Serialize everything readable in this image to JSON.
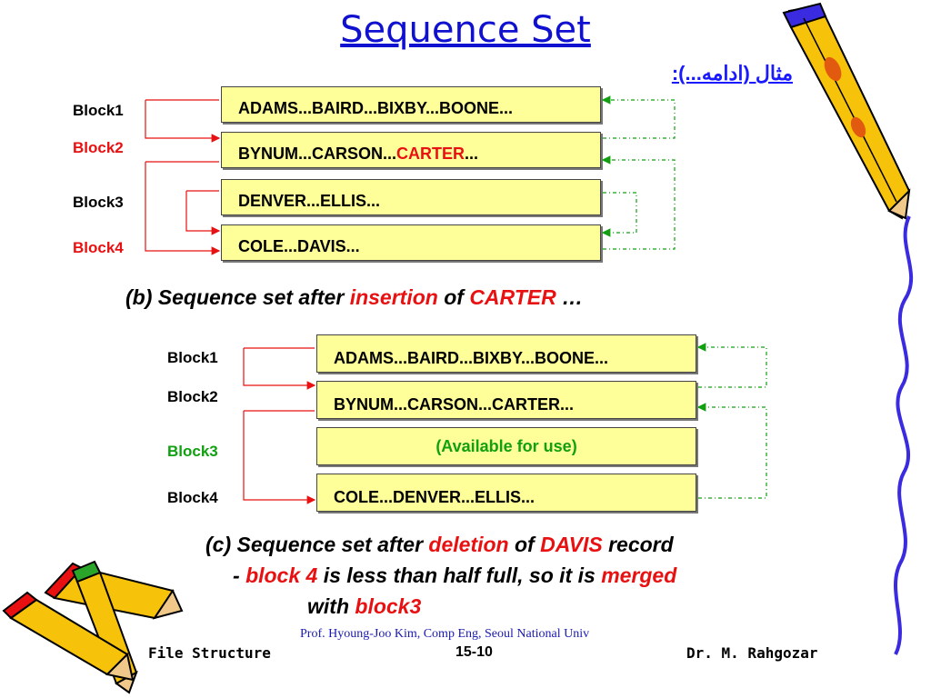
{
  "title": "Sequence Set",
  "subtitle": "مثال (ادامه...):",
  "diagram_b": {
    "labels": [
      "Block1",
      "Block2",
      "Block3",
      "Block4"
    ],
    "blocks": [
      {
        "text": "ADAMS...BAIRD...BIXBY...BOONE..."
      },
      {
        "text_a": "BYNUM...CARSON...",
        "text_b": "CARTER",
        "text_c": "..."
      },
      {
        "text": "DENVER...ELLIS..."
      },
      {
        "text": "COLE...DAVIS..."
      }
    ],
    "caption": {
      "p1": "(b) Sequence set after ",
      "p2": "insertion",
      "p3": " of  ",
      "p4": "CARTER",
      "p5": " …"
    }
  },
  "diagram_c": {
    "labels": [
      "Block1",
      "Block2",
      "Block3",
      "Block4"
    ],
    "blocks": [
      {
        "text": "ADAMS...BAIRD...BIXBY...BOONE..."
      },
      {
        "text": "BYNUM...CARSON...CARTER..."
      },
      {
        "text": "(Available for use)"
      },
      {
        "text": "COLE...DENVER...ELLIS..."
      }
    ],
    "caption": {
      "l1_p1": "(c) Sequence set after ",
      "l1_p2": "deletion",
      "l1_p3": " of  ",
      "l1_p4": "DAVIS",
      "l1_p5": " record",
      "l2_p1": "- ",
      "l2_p2": "block 4",
      "l2_p3": " is less than half full, so it is ",
      "l2_p4": "merged",
      "l3_p1": "with ",
      "l3_p2": "block3"
    }
  },
  "footer": {
    "credit": "Prof. Hyoung-Joo Kim, Comp Eng, Seoul National Univ",
    "left": "File Structure",
    "center": "15-10",
    "right": "Dr. M. Rahgozar"
  },
  "colors": {
    "title": "#1010d0",
    "block_fill": "#ffff99",
    "red": "#e81010",
    "green": "#10a010",
    "pencil_yellow": "#f6c20a",
    "pencil_blue": "#3a2be0"
  },
  "icons": [
    "pencil-icon-large",
    "pencil-icon-small-1",
    "pencil-icon-small-2",
    "squiggle-line"
  ]
}
